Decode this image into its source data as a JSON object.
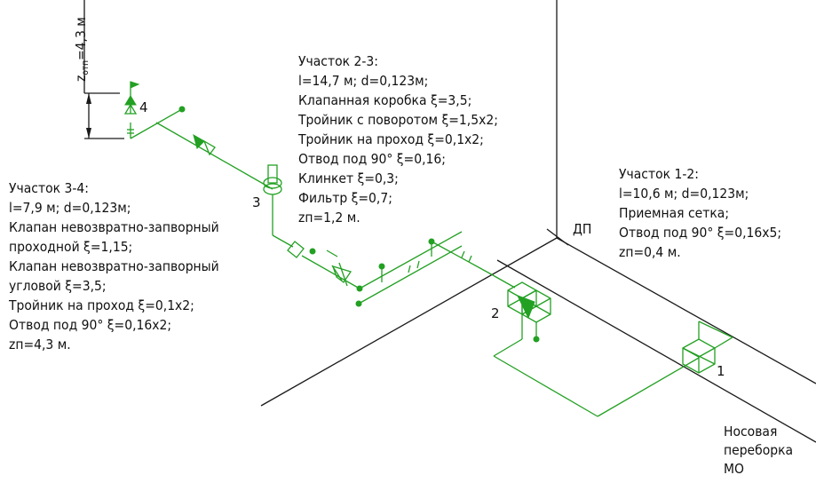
{
  "colors": {
    "pipe": "#22a022",
    "construction": "#1a1a1a",
    "text": "#111111"
  },
  "labels": {
    "ztmp": "z",
    "ztmp_sub": "отп",
    "ztmp_value": "=4,3 м",
    "dp": "ДП",
    "bulkhead": [
      "Носовая",
      "переборка",
      "МО"
    ]
  },
  "nodes": {
    "n1": "1",
    "n2": "2",
    "n3": "3",
    "n4": "4"
  },
  "sections": {
    "s23": [
      "Участок 2-3:",
      "l=14,7 м; d=0,123м;",
      "Клапанная коробка ξ=3,5;",
      "Тройник с поворотом ξ=1,5x2;",
      "Тройник на проход ξ=0,1x2;",
      "Отвод под 90° ξ=0,16;",
      "Клинкет ξ=0,3;",
      "Фильтр ξ=0,7;",
      "zп=1,2 м."
    ],
    "s34": [
      "Участок 3-4:",
      "l=7,9 м; d=0,123м;",
      "Клапан невозвратно-запворный",
      "проходной ξ=1,15;",
      "Клапан невозвратно-запворный",
      "угловой ξ=3,5;",
      "Тройник на проход ξ=0,1x2;",
      "Отвод под 90° ξ=0,16x2;",
      "zп=4,3 м."
    ],
    "s12": [
      "Участок 1-2:",
      "l=10,6 м; d=0,123м;",
      "Приемная сетка;",
      "Отвод под 90° ξ=0,16x5;",
      "zп=0,4 м."
    ]
  }
}
